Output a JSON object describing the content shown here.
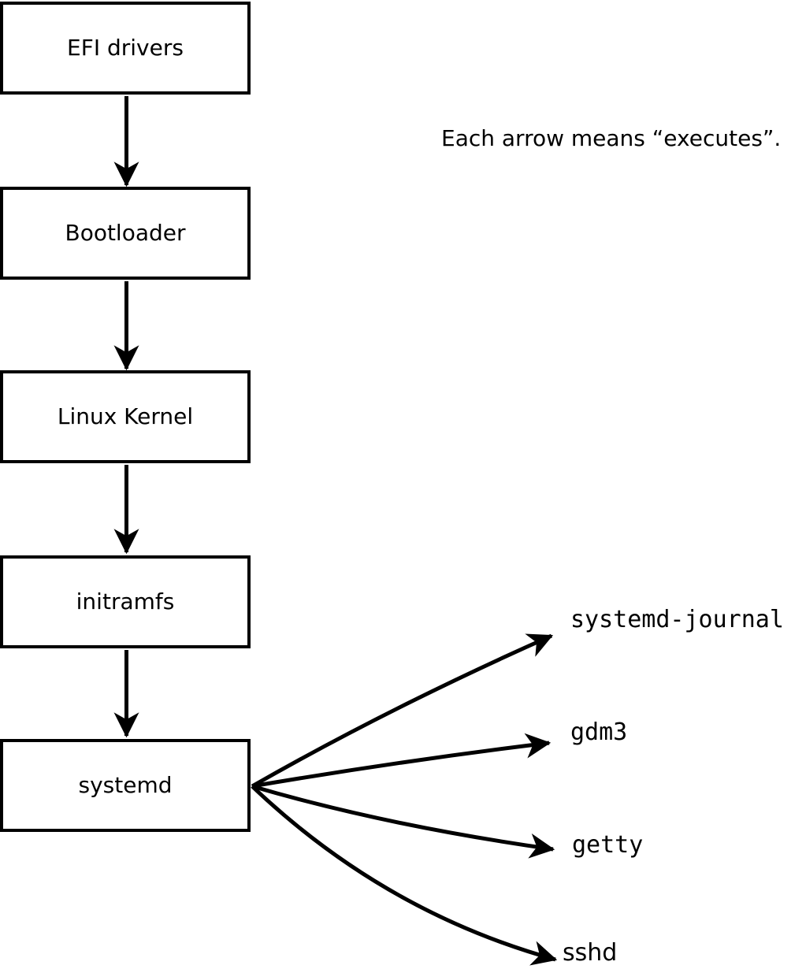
{
  "note": {
    "text": "Each arrow means “executes”."
  },
  "flow": {
    "nodes": [
      {
        "label": "EFI drivers"
      },
      {
        "label": "Bootloader"
      },
      {
        "label": "Linux Kernel"
      },
      {
        "label": "initramfs"
      },
      {
        "label": "systemd"
      }
    ],
    "spawned": [
      {
        "label": "systemd-journal"
      },
      {
        "label": "gdm3"
      },
      {
        "label": "getty"
      },
      {
        "label": "sshd"
      }
    ]
  },
  "colors": {
    "ink": "#000000",
    "background": "#ffffff"
  }
}
